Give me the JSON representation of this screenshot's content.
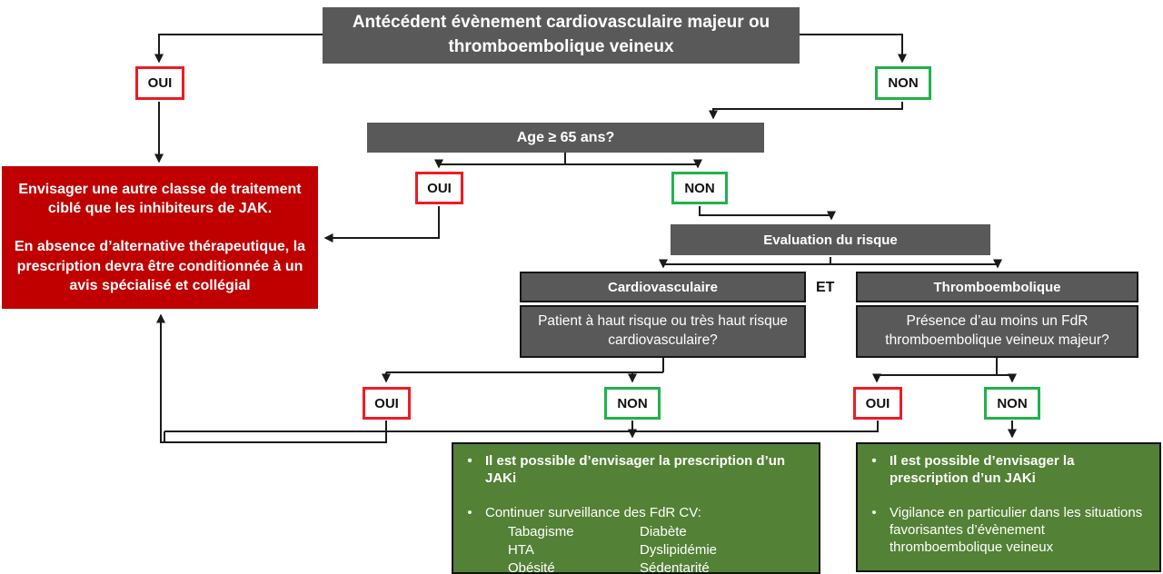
{
  "colors": {
    "box_gray": "#595959",
    "box_red": "#C00000",
    "box_green": "#538135",
    "oui_border": "#ED1C24",
    "non_border": "#22B14C",
    "line": "#1a1a1a"
  },
  "labels": {
    "oui": "OUI",
    "non": "NON",
    "and": "ET"
  },
  "nodes": {
    "antecedent": "Antécédent évènement cardiovasculaire majeur ou thromboembolique veineux",
    "age": "Age ≥ 65 ans?",
    "risk_eval": "Evaluation du risque",
    "cardio_header": "Cardiovasculaire",
    "cardio_question": "Patient à haut risque ou très haut risque cardiovasculaire?",
    "thrombo_header": "Thromboembolique",
    "thrombo_question": "Présence d’au moins un FdR thromboembolique veineux majeur?",
    "avoid_jak": {
      "p1": "Envisager une autre classe de traitement ciblé que les inhibiteurs de JAK.",
      "p2": "En absence d’alternative thérapeutique, la prescription devra être conditionnée à un avis spécialisé et collégial"
    },
    "jaki_cardio": {
      "b1": "Il est possible d’envisager la  prescription d’un JAKi",
      "b2": "Continuer surveillance des FdR CV:",
      "fdr_col1": [
        "Tabagisme",
        "HTA",
        "Obésité"
      ],
      "fdr_col2": [
        "Diabète",
        "Dyslipidémie",
        "Sédentarité"
      ]
    },
    "jaki_thrombo": {
      "b1": "Il est possible d’envisager la prescription d’un JAKi",
      "b2": "Vigilance en particulier dans les situations favorisantes d’évènement thromboembolique veineux"
    }
  }
}
